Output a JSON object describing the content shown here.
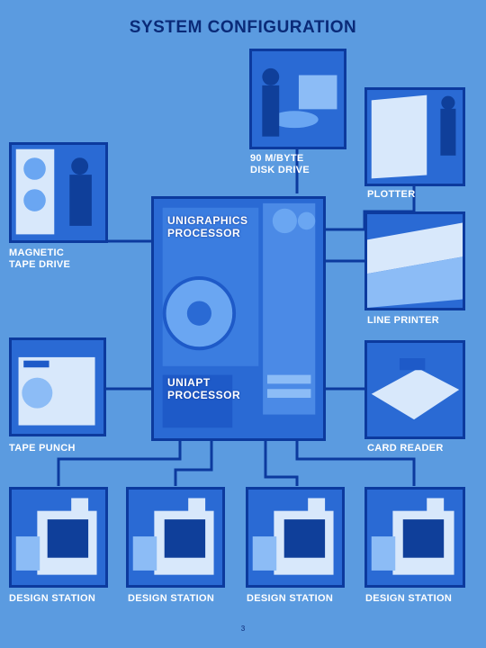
{
  "title": "SYSTEM CONFIGURATION",
  "central": {
    "upper_label": "UNIGRAPHICS\nPROCESSOR",
    "lower_label": "UNIAPT\nPROCESSOR"
  },
  "peripherals": {
    "disk_drive": "90 M/BYTE\nDISK DRIVE",
    "plotter": "PLOTTER",
    "tape_drive": "MAGNETIC\nTAPE DRIVE",
    "line_printer": "LINE PRINTER",
    "tape_punch": "TAPE PUNCH",
    "card_reader": "CARD READER"
  },
  "design_stations": [
    "DESIGN STATION",
    "DESIGN STATION",
    "DESIGN STATION",
    "DESIGN STATION"
  ],
  "page_number": "3",
  "colors": {
    "background": "#5b9be0",
    "lines": "#0c3a9e",
    "photo": "#1e5ac8",
    "title": "#0a2a78"
  }
}
